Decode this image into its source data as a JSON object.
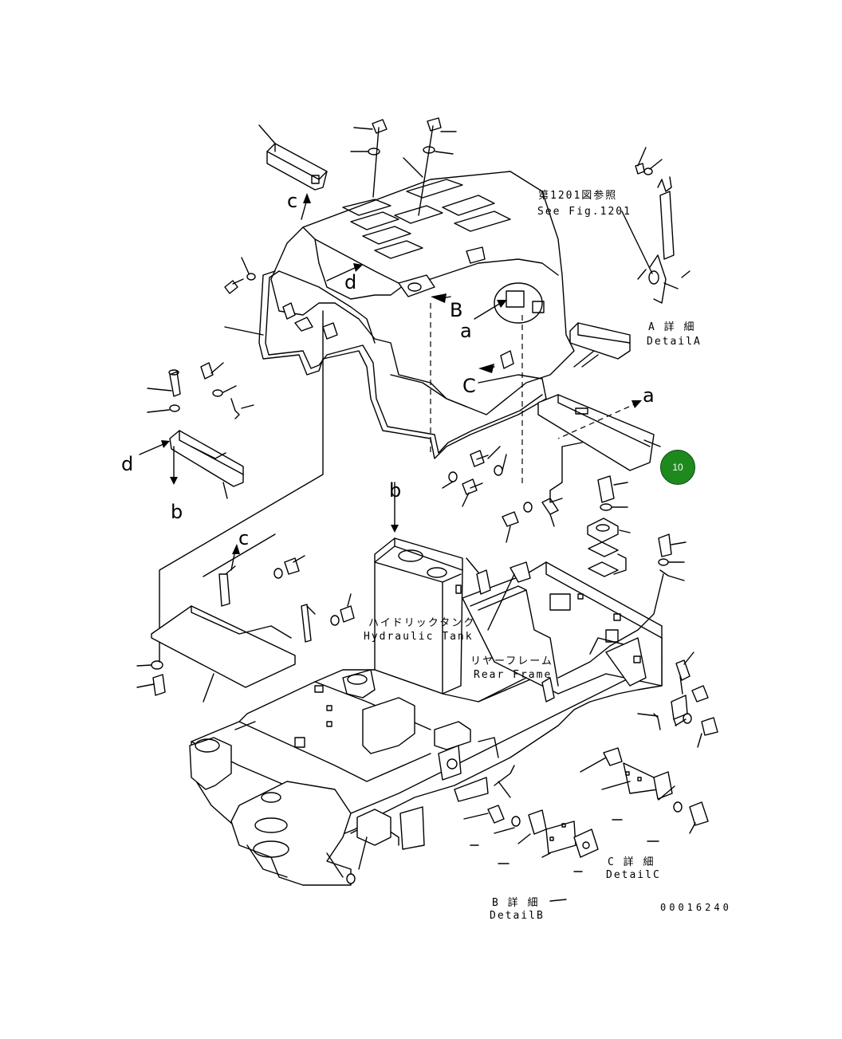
{
  "labels": {
    "see_fig_jp": "第1201図参照",
    "see_fig_en": "See Fig.1201",
    "detail_a_jp": "A 詳 細",
    "detail_a_en": "DetailA",
    "hydraulic_jp": "ハイドリックタンク",
    "hydraulic_en": "Hydraulic Tank",
    "rear_frame_jp": "リヤーフレーム",
    "rear_frame_en": "Rear Frame",
    "detail_b_jp": "B 詳 細",
    "detail_b_en": "DetailB",
    "detail_c_jp": "C 詳 細",
    "detail_c_en": "DetailC",
    "drawing_code": "00016240"
  },
  "letters": {
    "a": "a",
    "b": "b",
    "c": "c",
    "d": "d",
    "B": "B",
    "C": "C"
  },
  "callout": {
    "number": "10",
    "color": "#1e8a1e"
  }
}
